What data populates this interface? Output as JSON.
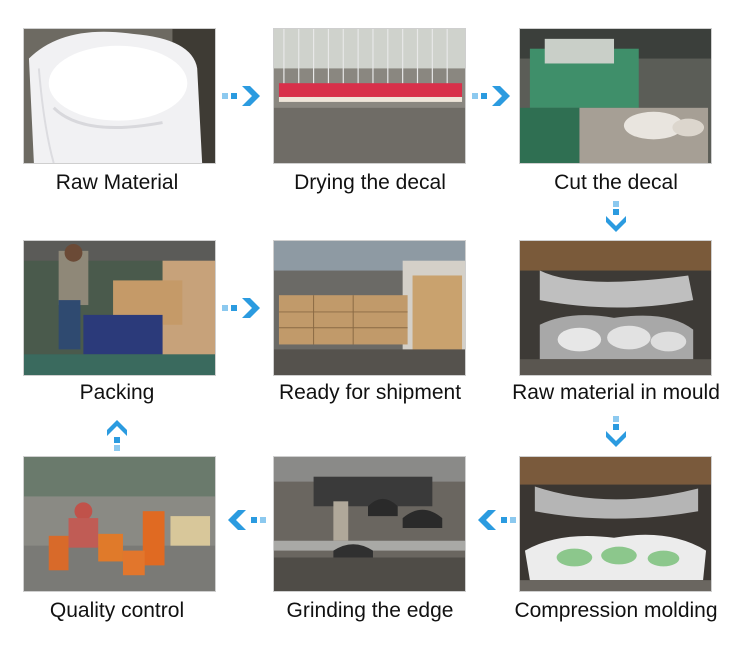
{
  "steps": [
    {
      "label": "Raw Material"
    },
    {
      "label": "Drying the decal"
    },
    {
      "label": "Cut the decal"
    },
    {
      "label": "Raw material in mould"
    },
    {
      "label": "Compression molding"
    },
    {
      "label": "Grinding the edge"
    },
    {
      "label": "Quality control"
    },
    {
      "label": "Packing"
    },
    {
      "label": "Ready for shipment"
    }
  ],
  "colors": {
    "arrow": "#2b9be0",
    "arrow_light": "#8cc9ef",
    "label": "#111111"
  }
}
